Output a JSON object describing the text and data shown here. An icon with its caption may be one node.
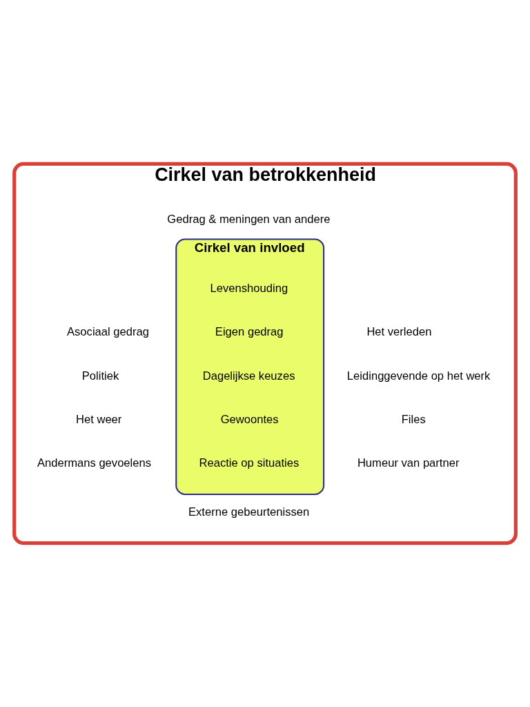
{
  "diagram": {
    "nodes": [
      {
        "text": [
          "Cirkel van betrokkenheid"
        ]
      },
      {
        "text": [
          "Gedrag & meningen van andere"
        ],
        "in": 0
      },
      {
        "text": [
          "Asociaal gedrag"
        ],
        "in": 0
      },
      {
        "text": [
          "Cirkel van invloed"
        ],
        "in": 0
      },
      {
        "text": [
          "Levenshouding"
        ],
        "in": 3
      },
      {
        "text": [
          "Eigen gedrag"
        ],
        "in": 3
      },
      {
        "text": [
          "Dagelijkse keuzes"
        ],
        "in": 3
      },
      {
        "text": [
          "Gewoontes"
        ],
        "in": 3
      },
      {
        "text": [
          "Reactie op situaties"
        ],
        "in": 3
      },
      {
        "text": [
          "Het verleden"
        ],
        "in": 0
      },
      {
        "text": [
          "Politiek"
        ],
        "in": 0
      },
      {
        "text": [
          "Leidinggevende op het werk"
        ],
        "in": 0
      },
      {
        "text": [
          "Het weer"
        ],
        "in": 0
      },
      {
        "text": [
          "Files"
        ],
        "in": 0
      },
      {
        "text": [
          "Andermans gevoelens"
        ],
        "in": 0
      },
      {
        "text": [
          "Humeur van partner"
        ],
        "in": 0
      },
      {
        "text": [
          "Externe gebeurtenissen"
        ],
        "in": 0
      }
    ],
    "edges": []
  }
}
